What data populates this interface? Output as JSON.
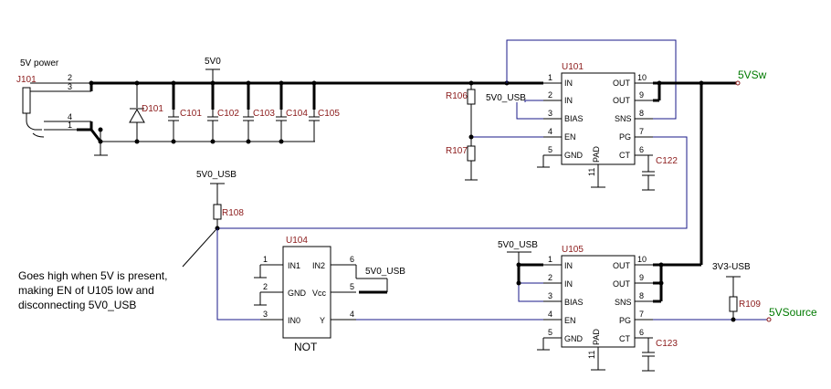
{
  "colors": {
    "wire": "#000000",
    "signal_wire": "#1a1a8a",
    "ref": "#8b1a1a",
    "net": "#007a00",
    "pin_stub": "#8b1a1a"
  },
  "labels": {
    "power_label": "5V power",
    "conn_ref": "J101",
    "diode_ref": "D101",
    "caps": [
      "C101",
      "C102",
      "C103",
      "C104",
      "C105"
    ],
    "rail_5v0": "5V0",
    "u101_ref": "U101",
    "u105_ref": "U105",
    "u104_ref": "U104",
    "u104_type": "NOT",
    "r106": "R106",
    "r107": "R107",
    "r108": "R108",
    "r109": "R109",
    "c122": "C122",
    "c123": "C123",
    "net_5vsw": "5VSw",
    "net_5vsource": "5VSource",
    "usb_5v0_a": "5V0_USB",
    "usb_5v0_b": "5V0_USB",
    "usb_5v0_c": "5V0_USB",
    "usb_5v0_d": "5V0_USB",
    "usb_3v3": "3V3-USB",
    "note": [
      "Goes high when 5V is present,",
      "making EN of U105 low and",
      "disconnecting 5V0_USB"
    ]
  },
  "u101": {
    "left_pins": [
      {
        "num": "1",
        "name": "IN"
      },
      {
        "num": "2",
        "name": "IN"
      },
      {
        "num": "3",
        "name": "BIAS"
      },
      {
        "num": "4",
        "name": "EN"
      },
      {
        "num": "5",
        "name": "GND"
      }
    ],
    "right_pins": [
      {
        "num": "10",
        "name": "OUT"
      },
      {
        "num": "9",
        "name": "OUT"
      },
      {
        "num": "8",
        "name": "SNS"
      },
      {
        "num": "7",
        "name": "PG"
      },
      {
        "num": "6",
        "name": "CT"
      }
    ],
    "bottom_pin": {
      "num": "11",
      "name": "PAD"
    }
  },
  "u105": {
    "left_pins": [
      {
        "num": "1",
        "name": "IN"
      },
      {
        "num": "2",
        "name": "IN"
      },
      {
        "num": "3",
        "name": "BIAS"
      },
      {
        "num": "4",
        "name": "EN"
      },
      {
        "num": "5",
        "name": "GND"
      }
    ],
    "right_pins": [
      {
        "num": "10",
        "name": "OUT"
      },
      {
        "num": "9",
        "name": "OUT"
      },
      {
        "num": "8",
        "name": "SNS"
      },
      {
        "num": "7",
        "name": "PG"
      },
      {
        "num": "6",
        "name": "CT"
      }
    ],
    "bottom_pin": {
      "num": "11",
      "name": "PAD"
    }
  },
  "u104": {
    "left_pins": [
      {
        "num": "1",
        "name": "IN1"
      },
      {
        "num": "2",
        "name": "GND"
      },
      {
        "num": "3",
        "name": "IN0"
      }
    ],
    "right_pins": [
      {
        "num": "6",
        "name": "IN2"
      },
      {
        "num": "5",
        "name": "Vcc"
      },
      {
        "num": "4",
        "name": "Y"
      }
    ]
  },
  "j101_pins": [
    "2",
    "3",
    "4",
    "1"
  ]
}
